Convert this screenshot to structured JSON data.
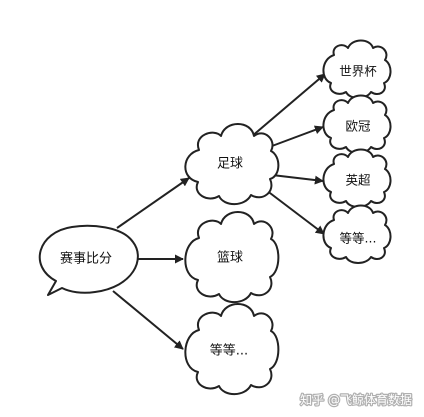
{
  "diagram": {
    "root": {
      "label": "赛事比分"
    },
    "branches": [
      {
        "label": "足球",
        "children": [
          {
            "label": "世界杯"
          },
          {
            "label": "欧冠"
          },
          {
            "label": "英超"
          },
          {
            "label": "等等..."
          }
        ]
      },
      {
        "label": "篮球",
        "children": []
      },
      {
        "label": "等等...",
        "children": []
      }
    ]
  },
  "watermark": {
    "text": "知乎 @飞鲸体育数据"
  },
  "colors": {
    "stroke": "#222222",
    "fill": "#ffffff",
    "text": "#111111"
  }
}
